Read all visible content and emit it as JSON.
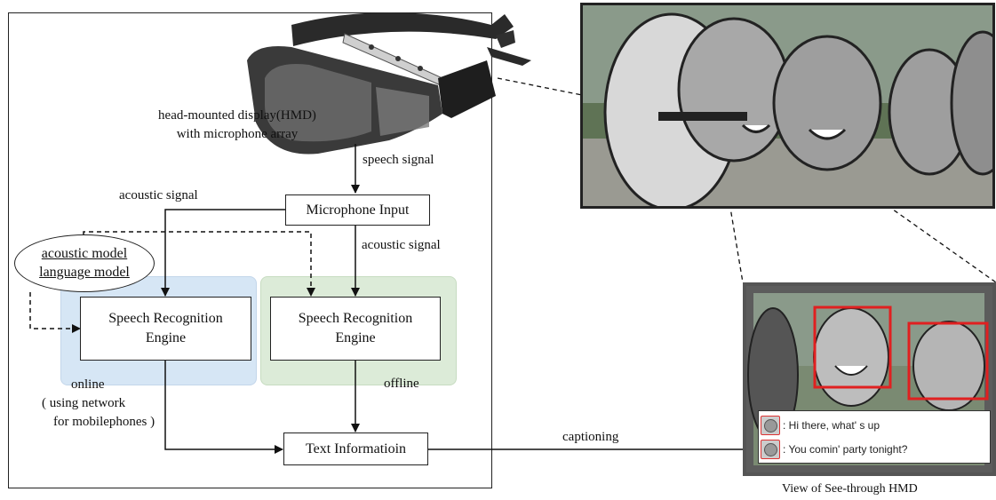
{
  "hmd": {
    "label_line1": "head-mounted display(HMD)",
    "label_line2": "with microphone array"
  },
  "signals": {
    "speech_signal": "speech signal",
    "acoustic_signal_left": "acoustic signal",
    "acoustic_signal_right": "acoustic signal",
    "captioning": "captioning"
  },
  "boxes": {
    "microphone_input": "Microphone Input",
    "sre_online_line1": "Speech Recognition",
    "sre_online_line2": "Engine",
    "sre_offline_line1": "Speech Recognition",
    "sre_offline_line2": "Engine",
    "text_information": "Text Informatioin"
  },
  "models": {
    "acoustic": "acoustic model",
    "language": "language model"
  },
  "modes": {
    "online": "online",
    "online_note_line1": "( using network",
    "online_note_line2": "for mobilephones )",
    "offline": "offline"
  },
  "view": {
    "caption": "View of See-through HMD",
    "subtitle_1": ": Hi there, what' s up",
    "subtitle_2": ": You comin' party tonight?"
  },
  "colors": {
    "online_region": "#d6e6f5",
    "offline_region": "#dcebd8",
    "face_box": "#e02020"
  }
}
